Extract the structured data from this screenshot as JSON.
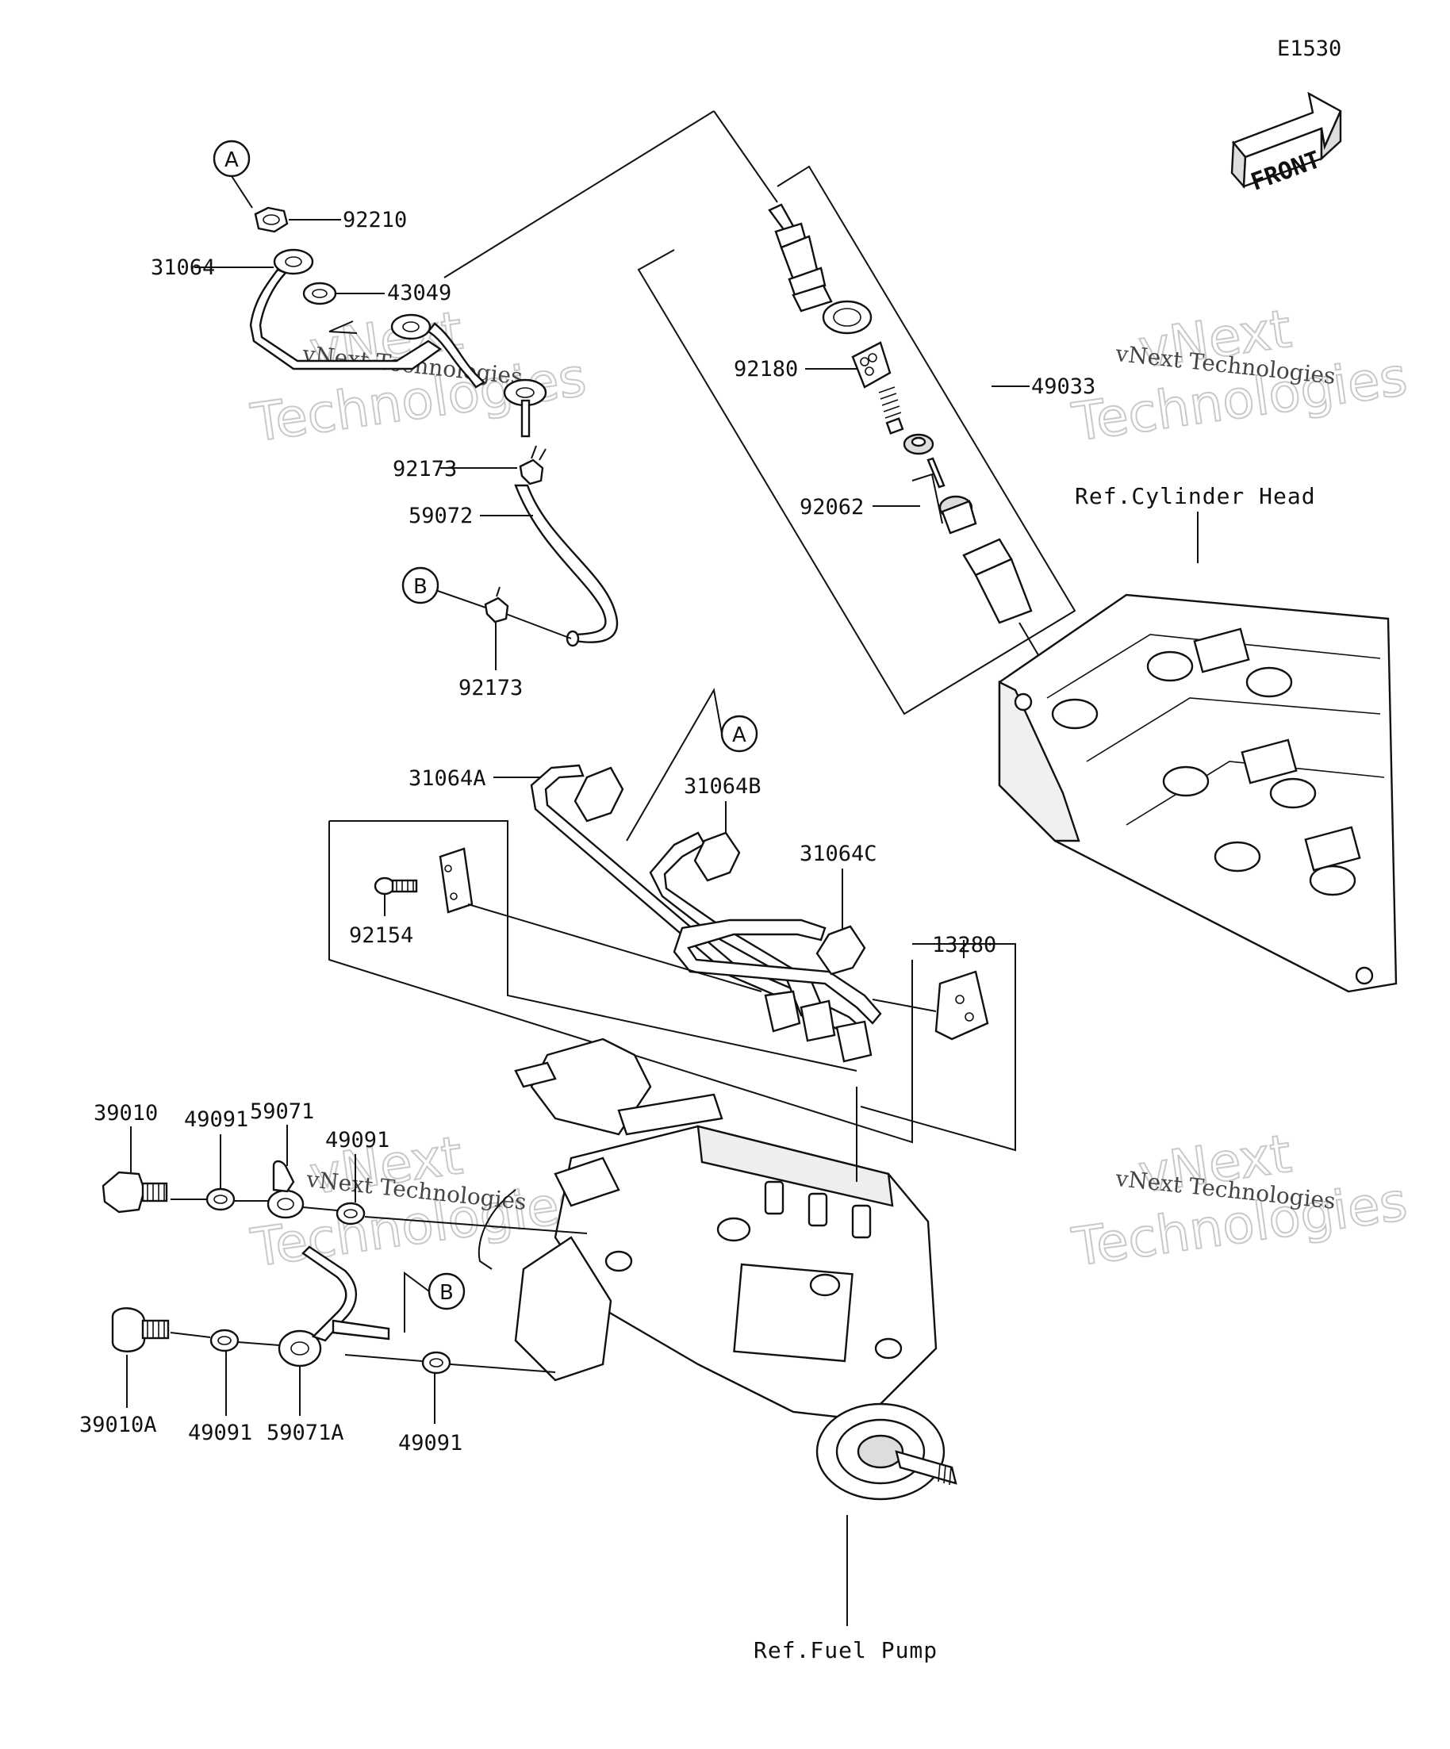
{
  "diagram_code": "E1530",
  "front_label": "FRONT",
  "callouts": {
    "A": "A",
    "B": "B"
  },
  "part_numbers": {
    "p92210": "92210",
    "p31064": "31064",
    "p43049": "43049",
    "p92173_top": "92173",
    "p59072": "59072",
    "p92173_bottom": "92173",
    "p92180": "92180",
    "p49033": "49033",
    "p92062": "92062",
    "p31064A": "31064A",
    "p31064B": "31064B",
    "p31064C": "31064C",
    "p92154": "92154",
    "p13280": "13280",
    "p39010": "39010",
    "p49091_1": "49091",
    "p59071": "59071",
    "p49091_2": "49091",
    "p39010A": "39010A",
    "p49091_3": "49091",
    "p59071A": "59071A",
    "p49091_4": "49091"
  },
  "references": {
    "cylinder_head": "Ref.Cylinder Head",
    "fuel_pump": "Ref.Fuel Pump"
  },
  "watermarks": {
    "big_1": "vNext",
    "big_2": "Technologies",
    "small": "vNext Technologies"
  }
}
